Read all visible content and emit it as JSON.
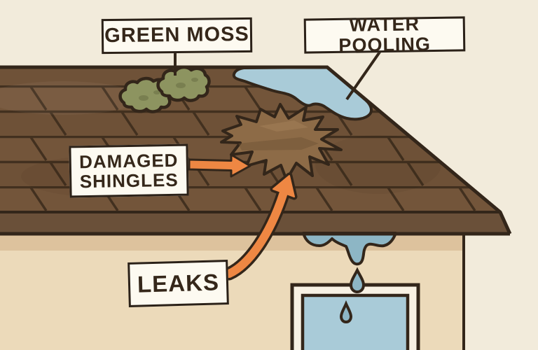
{
  "callouts": {
    "green_moss": {
      "label": "GREEN MOSS"
    },
    "water_pooling": {
      "label": "WATER POOLING"
    },
    "damaged_shingles": {
      "line1": "DAMAGED",
      "line2": "SHINGLES"
    },
    "leaks": {
      "label": "LEAKS"
    }
  },
  "colors": {
    "bg": "#f2ebdb",
    "roof": "#73553a",
    "roof_line": "#42301f",
    "fascia": "#6a5039",
    "outline": "#33261a",
    "wall": "#ecdaba",
    "wall_shadow": "#ddc29d",
    "water_pool": "#a9cbd8",
    "water_drip": "#8db6c5",
    "moss": "#8d9460",
    "moss_dark": "#4c4f2c",
    "damage": "#8d6b47",
    "damage_dark": "#6d5134",
    "damage_light": "#a5825a",
    "arrow": "#ee8743",
    "label_bg": "#fdfaf1",
    "label_border": "#2b2118",
    "label_text": "#35271a",
    "window_frame": "#f8f1e3",
    "window_glass": "#a9cbd8"
  }
}
